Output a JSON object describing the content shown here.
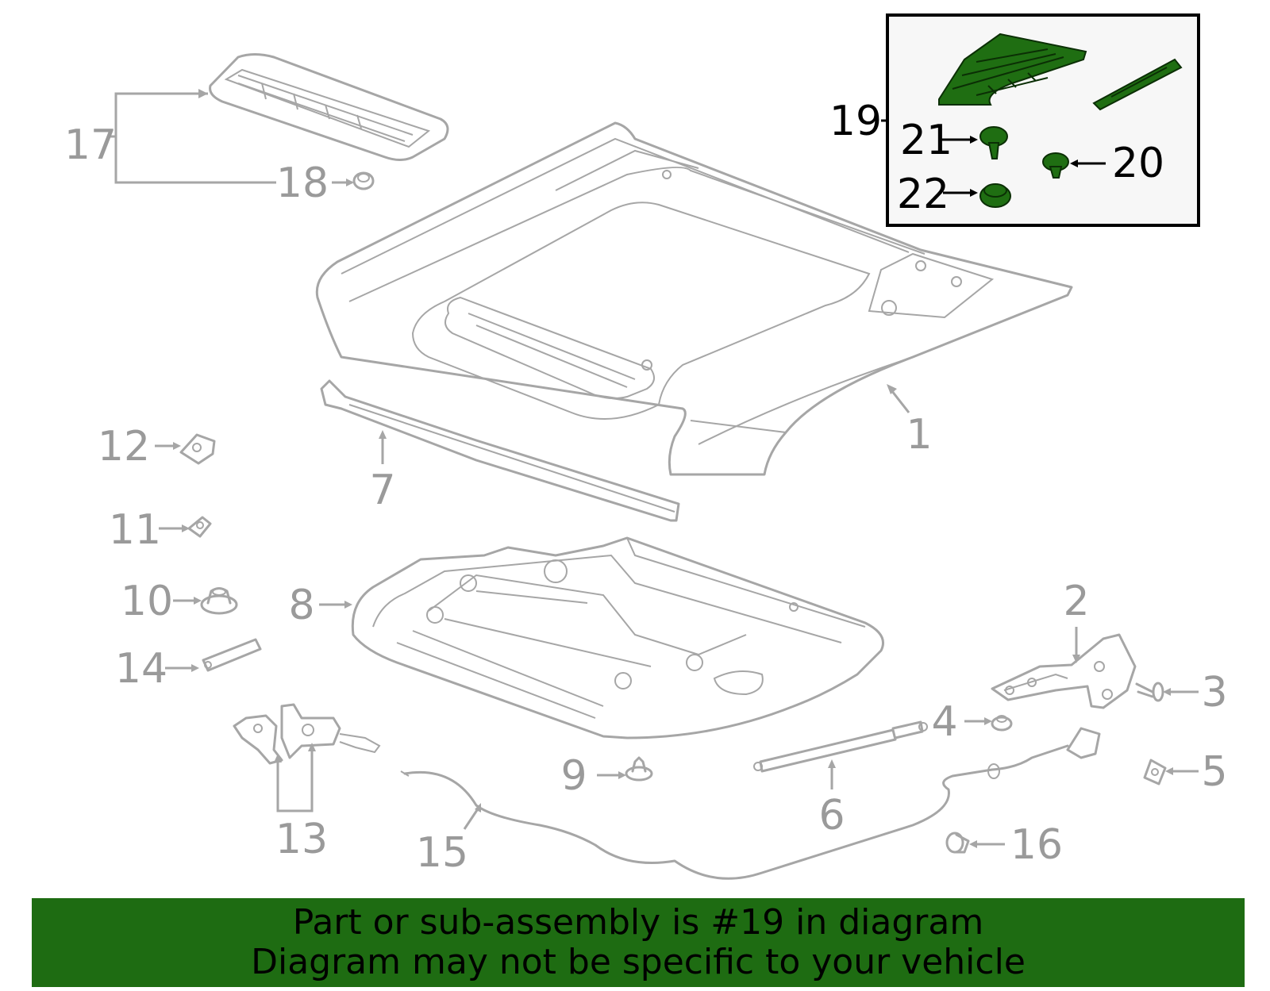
{
  "callouts": {
    "c1": "1",
    "c2": "2",
    "c3": "3",
    "c4": "4",
    "c5": "5",
    "c6": "6",
    "c7": "7",
    "c8": "8",
    "c9": "9",
    "c10": "10",
    "c11": "11",
    "c12": "12",
    "c13": "13",
    "c14": "14",
    "c15": "15",
    "c16": "16",
    "c17": "17",
    "c18": "18",
    "c19": "19",
    "c20": "20",
    "c21": "21",
    "c22": "22"
  },
  "highlighted_part": "19",
  "colors": {
    "highlight": "#1f6e12",
    "line_art": "#a6a6a6",
    "banner": "#1e6c12"
  },
  "banner": {
    "line1": "Part or sub-assembly is #19 in diagram",
    "line2": "Diagram may not be specific to your vehicle"
  }
}
